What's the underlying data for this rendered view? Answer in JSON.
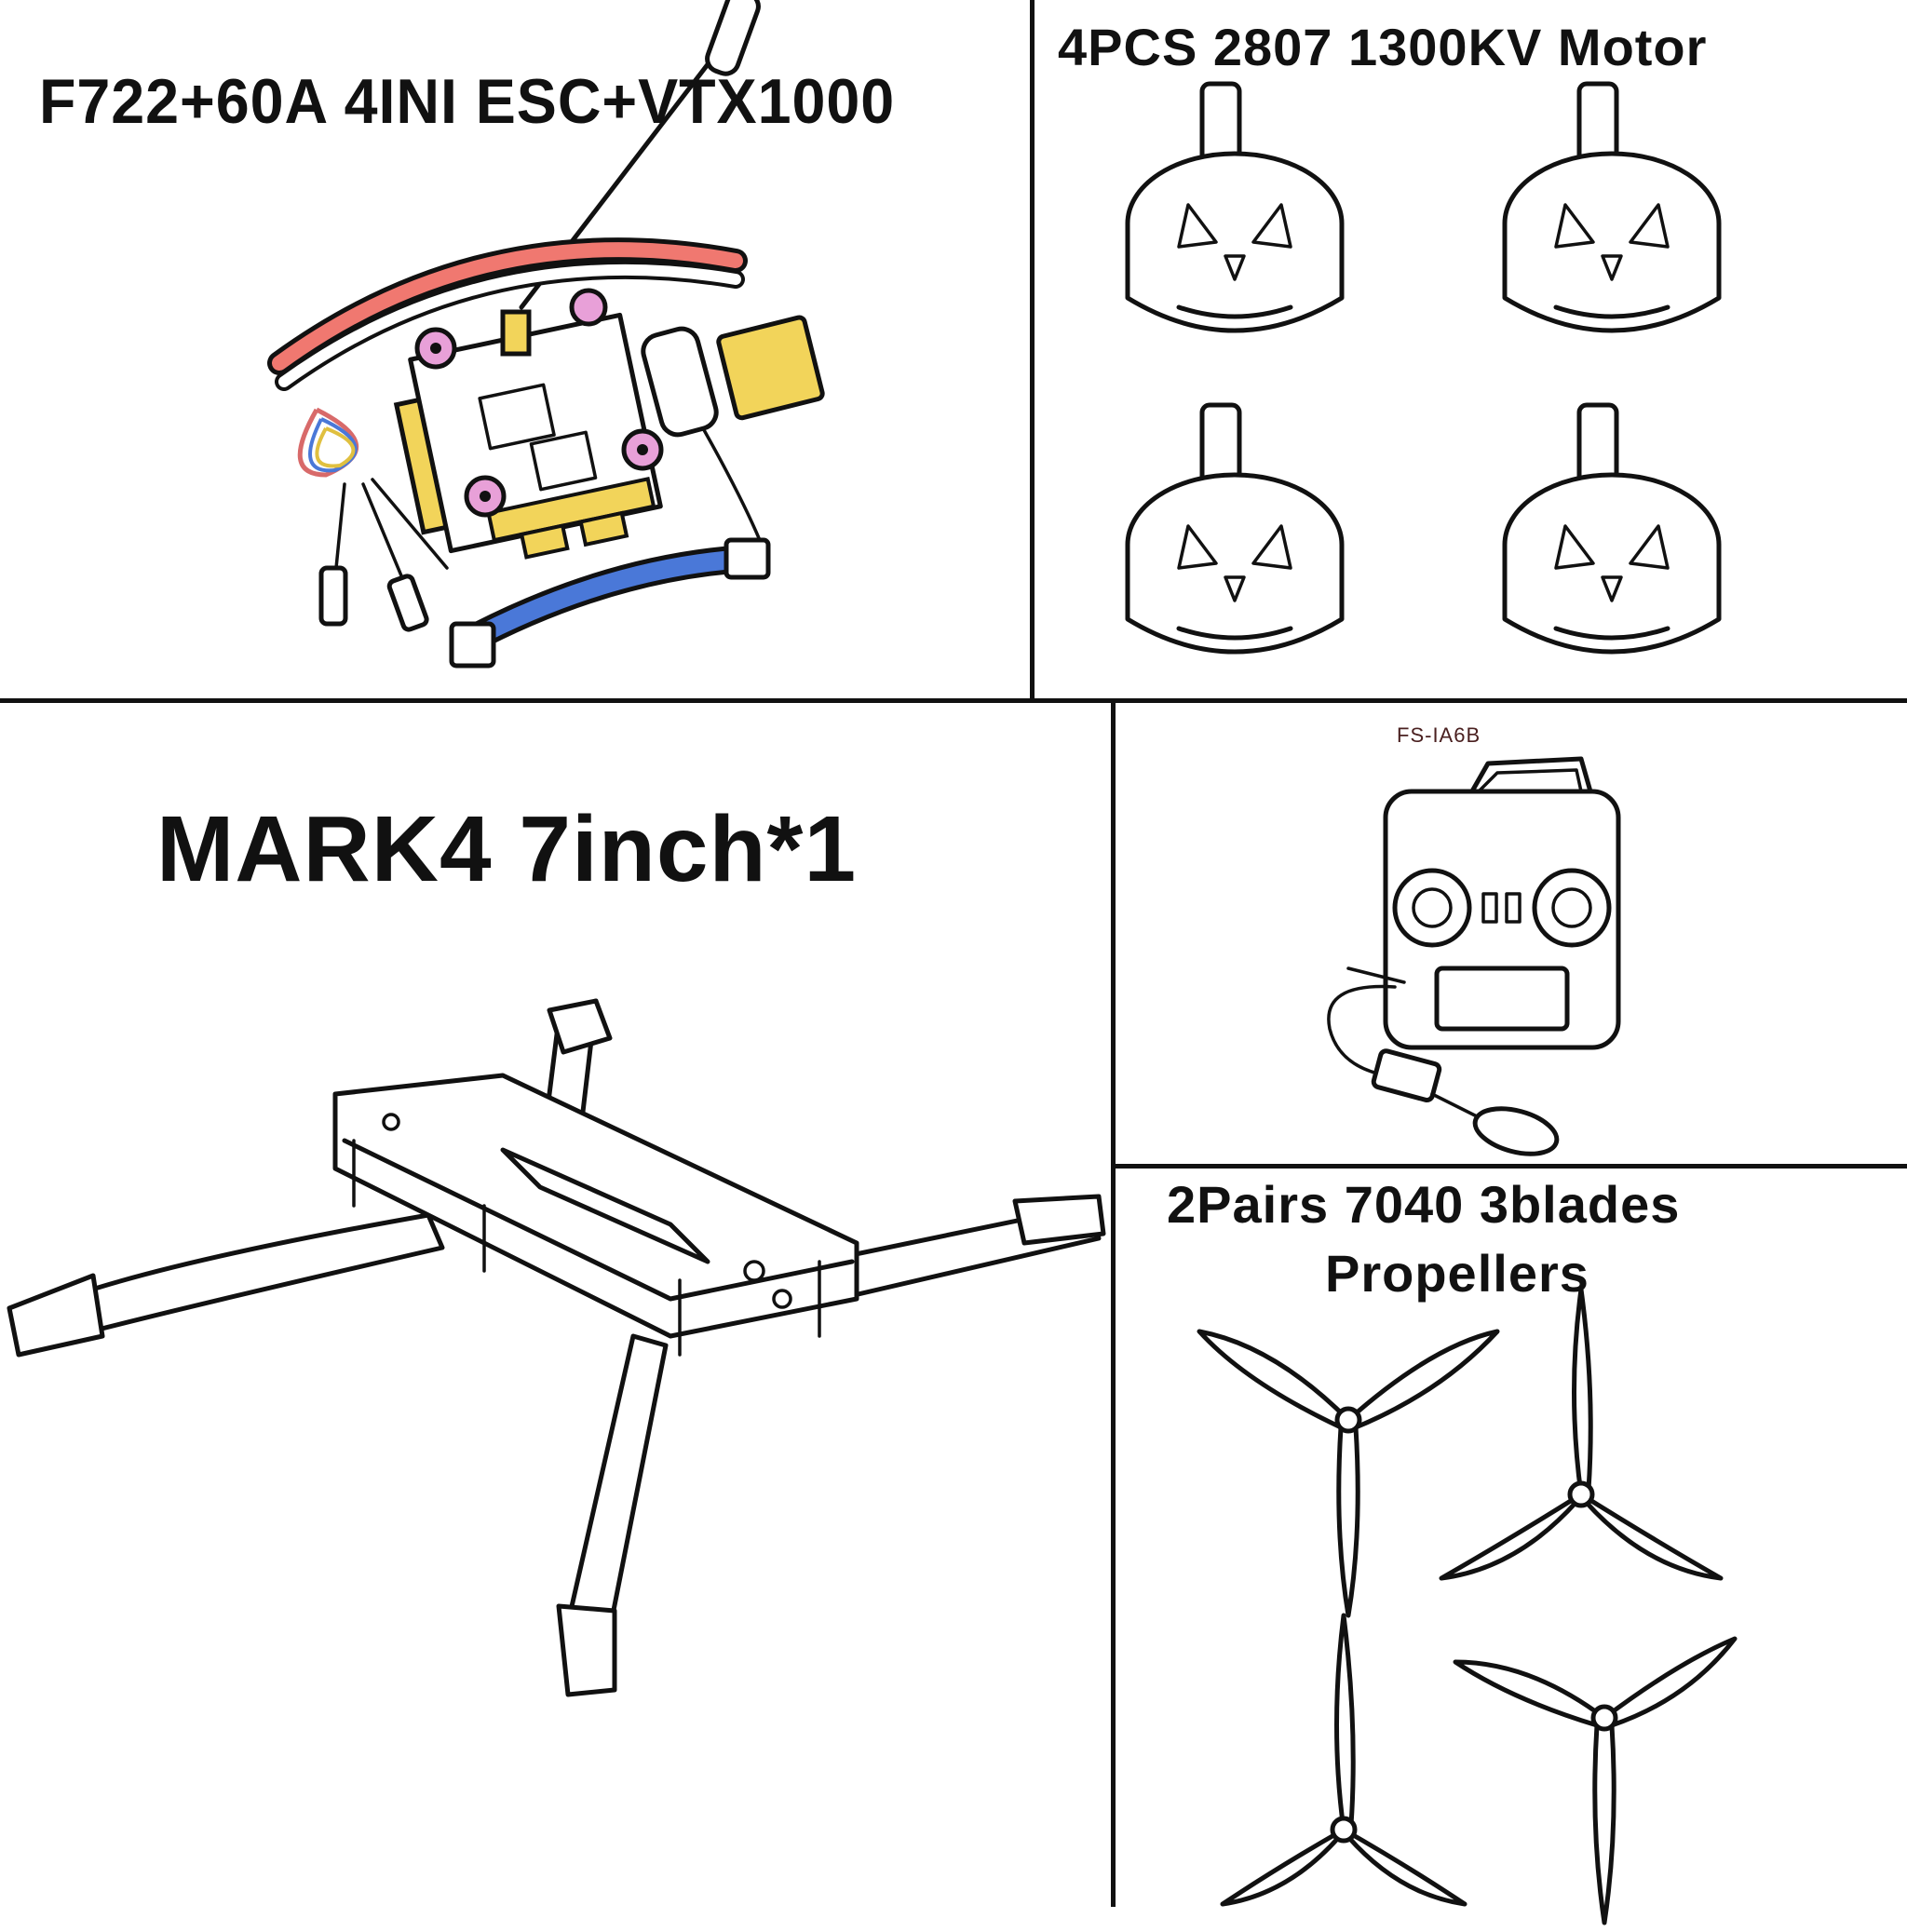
{
  "panels": {
    "fc_esc": {
      "title": "F722+60A 4INI ESC+VTX1000",
      "colors": {
        "red_wire": "#f07870",
        "blue_wire": "#4a78d8",
        "yellow": "#f2d45a",
        "pink": "#e8a0d8"
      }
    },
    "motors": {
      "title": "4PCS 2807 1300KV Motor",
      "count": 4
    },
    "frame": {
      "title": "MARK4 7inch*1"
    },
    "radio": {
      "label": "FS-IA6B"
    },
    "propellers": {
      "title_line1": "2Pairs 7040 3blades",
      "title_line2": "Propellers",
      "count": 4
    }
  }
}
